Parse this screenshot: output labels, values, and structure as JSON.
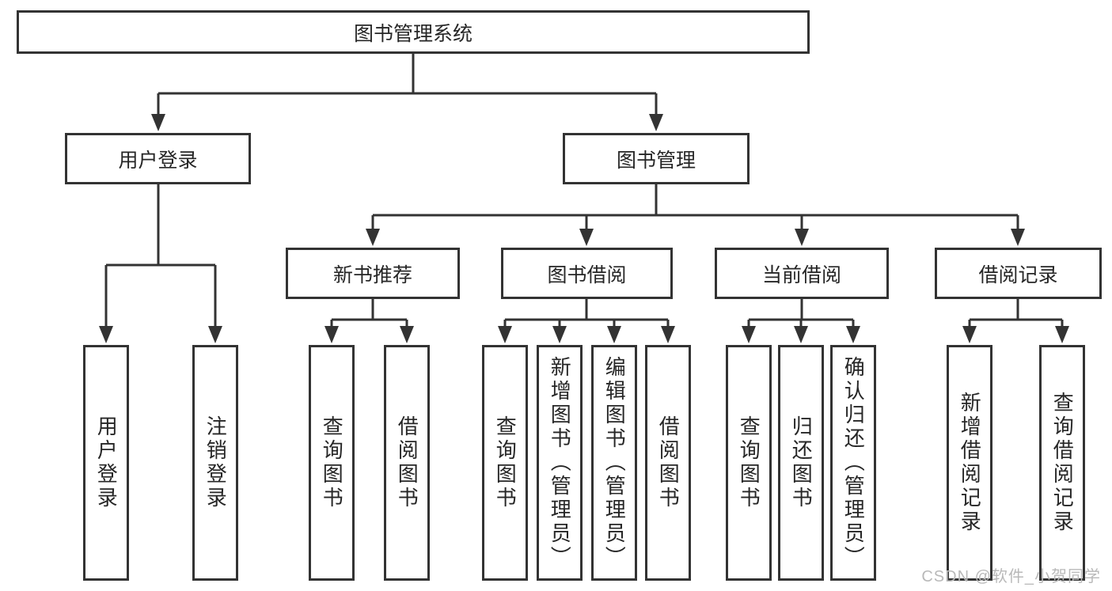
{
  "tree": {
    "label": "图书管理系统",
    "children": [
      {
        "label": "用户登录",
        "children": [
          {
            "label": "用户登录"
          },
          {
            "label": "注销登录"
          }
        ]
      },
      {
        "label": "图书管理",
        "children": [
          {
            "label": "新书推荐",
            "children": [
              {
                "label": "查询图书"
              },
              {
                "label": "借阅图书"
              }
            ]
          },
          {
            "label": "图书借阅",
            "children": [
              {
                "label": "查询图书"
              },
              {
                "label": "新增图书（管理员）"
              },
              {
                "label": "编辑图书（管理员）"
              },
              {
                "label": "借阅图书"
              }
            ]
          },
          {
            "label": "当前借阅",
            "children": [
              {
                "label": "查询图书"
              },
              {
                "label": "归还图书"
              },
              {
                "label": "确认归还（管理员）"
              }
            ]
          },
          {
            "label": "借阅记录",
            "children": [
              {
                "label": "新增借阅记录"
              },
              {
                "label": "查询借阅记录"
              }
            ]
          }
        ]
      }
    ]
  },
  "watermark": {
    "text": "CSDN @软件_小贺同学",
    "color": "#b9b9b9"
  },
  "colors": {
    "line": "#333333",
    "box_border": "#333333",
    "box_fill": "#ffffff",
    "text": "#262626",
    "background": "#ffffff"
  }
}
